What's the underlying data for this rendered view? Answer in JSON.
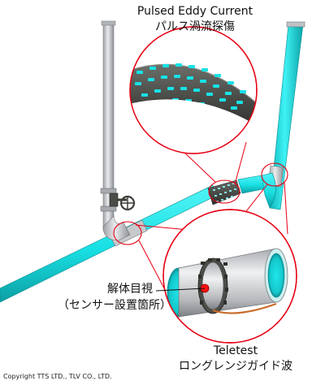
{
  "callouts": {
    "pulsed_eddy_current_en": "Pulsed Eddy Current",
    "pulsed_eddy_current_jp": "パルス渦流探傷",
    "teletest_en": "Teletest",
    "teletest_jp": "ロングレンジガイド波",
    "dismantle_inspection_jp": "解体目視",
    "dismantle_inspection_jp_sub": "（センサー設置箇所）"
  },
  "copyright": "Copyright TTS LTD., TLV CO., LTD.",
  "colors": {
    "pipe_cyan": "#19e5e8",
    "pipe_cyan_dark": "#10b9bd",
    "pipe_grey": "#c9ccd0",
    "callout_red": "#e60012",
    "sensor_red": "#ff1010",
    "valve_dark": "#3d3f3a"
  }
}
